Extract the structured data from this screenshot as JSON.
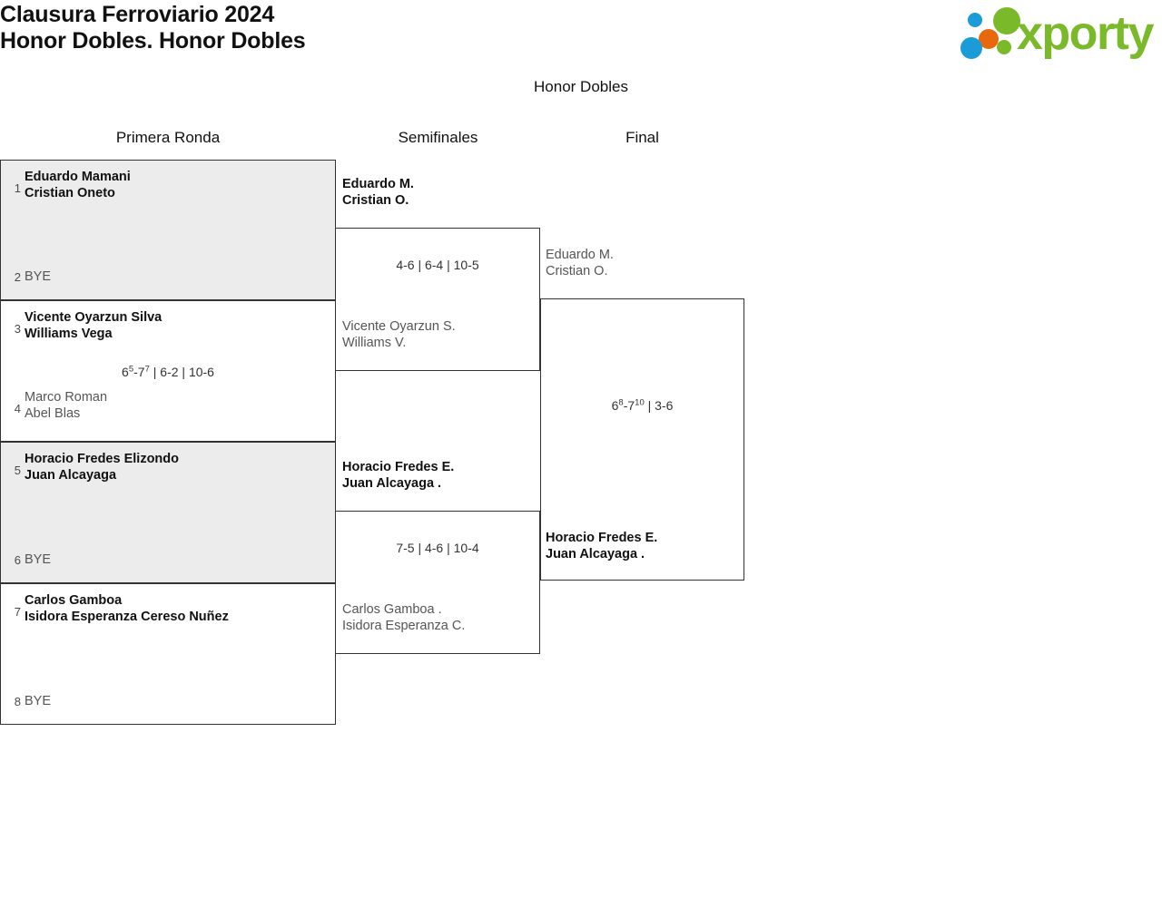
{
  "header": {
    "title": "Clausura Ferroviario 2024\nHonor Dobles. Honor Dobles",
    "logo_text": "xporty",
    "logo_colors": {
      "green": "#7ab929",
      "blue": "#1b9bd8",
      "orange": "#e8690b"
    }
  },
  "bracket": {
    "caption": "Honor Dobles",
    "rounds": [
      {
        "label": "Primera Ronda"
      },
      {
        "label": "Semifinales"
      },
      {
        "label": "Final"
      }
    ],
    "round1": {
      "matches": [
        {
          "top": {
            "seed": "1",
            "team": "Eduardo Mamani\nCristian Oneto",
            "state": "winner"
          },
          "bottom": {
            "seed": "2",
            "team": "BYE",
            "state": "bye"
          },
          "score": ""
        },
        {
          "top": {
            "seed": "3",
            "team": "Vicente Oyarzun Silva\nWilliams Vega",
            "state": "winner"
          },
          "bottom": {
            "seed": "4",
            "team": "Marco Roman\nAbel Blas",
            "state": "loser"
          },
          "score_parts": [
            {
              "text": "6",
              "sup": "5"
            },
            {
              "text": "-7",
              "sup": "7"
            },
            {
              "text": " | 6-2 | 10-6",
              "sup": ""
            }
          ],
          "score_plain": "6⁵-7⁷ | 6-2 | 10-6"
        },
        {
          "top": {
            "seed": "5",
            "team": "Horacio Fredes Elizondo\nJuan Alcayaga",
            "state": "winner"
          },
          "bottom": {
            "seed": "6",
            "team": "BYE",
            "state": "bye"
          },
          "score": ""
        },
        {
          "top": {
            "seed": "7",
            "team": "Carlos Gamboa\nIsidora Esperanza Cereso Nuñez",
            "state": "winner"
          },
          "bottom": {
            "seed": "8",
            "team": "BYE",
            "state": "bye"
          },
          "score": ""
        }
      ]
    },
    "semifinals": {
      "matches": [
        {
          "top": {
            "team": "Eduardo M.\nCristian O.",
            "state": "winner"
          },
          "bottom": {
            "team": "Vicente Oyarzun S.\nWilliams V.",
            "state": "loser"
          },
          "score_plain": "4-6 | 6-4 | 10-5"
        },
        {
          "top": {
            "team": "Horacio Fredes E.\nJuan Alcayaga .",
            "state": "winner"
          },
          "bottom": {
            "team": "Carlos Gamboa .\nIsidora Esperanza C.",
            "state": "loser"
          },
          "score_plain": "7-5 | 4-6 | 10-4"
        }
      ]
    },
    "final": {
      "top": {
        "team": "Eduardo M.\nCristian O.",
        "state": "loser"
      },
      "bottom": {
        "team": "Horacio Fredes E.\nJuan Alcayaga .",
        "state": "winner"
      },
      "score_parts": [
        {
          "text": "6",
          "sup": "8"
        },
        {
          "text": "-7",
          "sup": "10"
        },
        {
          "text": " | 3-6",
          "sup": ""
        }
      ],
      "score_plain": "6⁸-7¹⁰ | 3-6"
    }
  }
}
